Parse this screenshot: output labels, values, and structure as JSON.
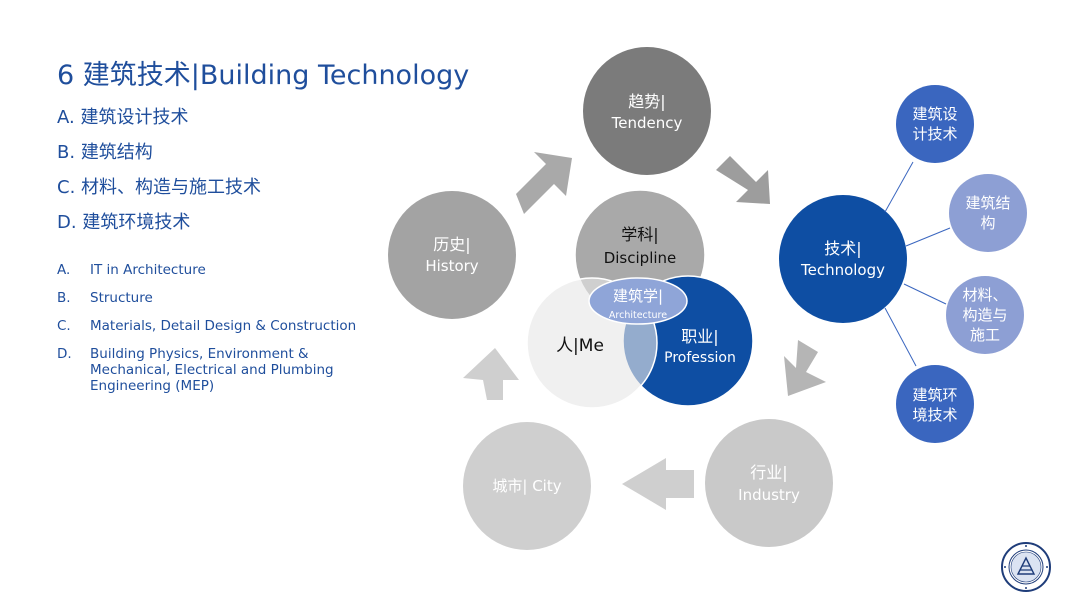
{
  "title": "6 建筑技术|Building Technology",
  "list_cn": [
    {
      "label": "A.",
      "text": "建筑设计技术"
    },
    {
      "label": "B.",
      "text": "建筑结构"
    },
    {
      "label": "C.",
      "text": "材料、构造与施工技术"
    },
    {
      "label": "D.",
      "text": "建筑环境技术"
    }
  ],
  "list_en": [
    {
      "label": "A.",
      "text": "IT in Architecture"
    },
    {
      "label": "B.",
      "text": "Structure"
    },
    {
      "label": "C.",
      "text": "Materials, Detail Design & Construction"
    },
    {
      "label": "D.",
      "text": "Building Physics, Environment & Mechanical, Electrical and Plumbing Engineering (MEP)"
    }
  ],
  "cycle": {
    "tendency": {
      "cn": "趋势|",
      "en": "Tendency"
    },
    "technology": {
      "cn": "技术|",
      "en": "Technology"
    },
    "industry": {
      "cn": "行业|",
      "en": "Industry"
    },
    "city": {
      "text": "城市| City"
    },
    "history": {
      "cn": "历史|",
      "en": "History"
    }
  },
  "venn": {
    "discipline": {
      "cn": "学科|",
      "en": "Discipline"
    },
    "me": {
      "text": "人|Me"
    },
    "profession": {
      "cn": "职业|",
      "en": "Profession"
    },
    "architecture": {
      "cn": "建筑学|",
      "en": "Architecture"
    }
  },
  "branches": [
    {
      "line1": "建筑设",
      "line2": "计技术"
    },
    {
      "line1": "建筑结",
      "line2": "构"
    },
    {
      "line1": "材料、",
      "line2": "构造与",
      "line3": "施工"
    },
    {
      "line1": "建筑环",
      "line2": "境技术"
    }
  ],
  "colors": {
    "title_blue": "#1f4e9c",
    "technology_blue": "#0e4ea3",
    "branch_blue_dark": "#3a66bf",
    "branch_blue_light": "#8d9fd4",
    "tendency_gray": "#7b7b7b",
    "light_gray": "#c5c5c5"
  }
}
